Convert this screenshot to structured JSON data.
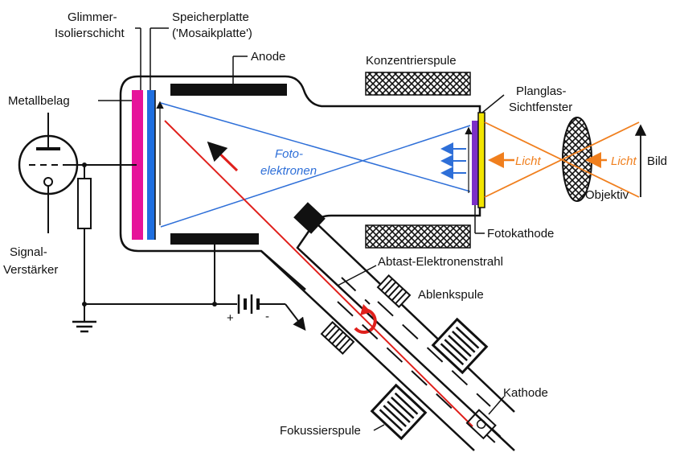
{
  "labels": {
    "glimmer": "Glimmer-",
    "isolierschicht": "Isolierschicht",
    "speicherplatte": "Speicherplatte",
    "mosaikplatte": "('Mosaikplatte')",
    "anode": "Anode",
    "konzentrierspule": "Konzentrierspule",
    "planglas": "Planglas-",
    "sichtfenster": "Sichtfenster",
    "metallbelag": "Metallbelag",
    "foto": "Foto-",
    "elektronen": "elektronen",
    "licht_left": "Licht",
    "licht_right": "Licht",
    "bild": "Bild",
    "objektiv": "Objektiv",
    "fotokathode": "Fotokathode",
    "signal": "Signal-",
    "verstaerker": "Verstärker",
    "abtast": "Abtast-Elektronenstrahl",
    "ablenkspule": "Ablenkspule",
    "kathode": "Kathode",
    "fokussierspule": "Fokussierspule",
    "plus": "+",
    "minus": "-"
  },
  "colors": {
    "metallbelag": "#e6139a",
    "speicherplatte": "#1f6fe0",
    "photoelectrons": "#2e6fd8",
    "beam": "#e0201c",
    "light": "#f07f1e",
    "fotokathode": "#7b2fc7",
    "window": "#f2e500"
  }
}
